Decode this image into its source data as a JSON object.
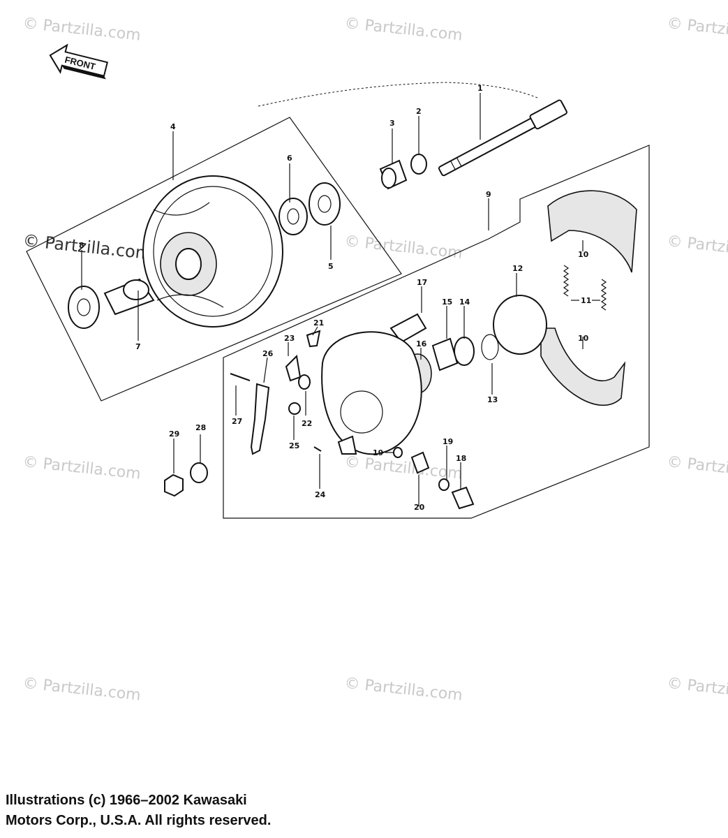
{
  "front_arrow": {
    "label": "FRONT",
    "icon": "front-arrow-icon"
  },
  "watermark": {
    "text": "© Partzilla.com"
  },
  "callouts": [
    "1",
    "2",
    "3",
    "4",
    "5",
    "6",
    "7",
    "8",
    "9",
    "10",
    "10",
    "11",
    "12",
    "13",
    "14",
    "15",
    "16",
    "17",
    "18",
    "19",
    "19",
    "20",
    "21",
    "22",
    "23",
    "24",
    "25",
    "26",
    "27",
    "28",
    "29"
  ],
  "copyright": {
    "line1": "Illustrations (c) 1966–2002 Kawasaki",
    "line2": "Motors Corp., U.S.A.  All rights reserved."
  }
}
